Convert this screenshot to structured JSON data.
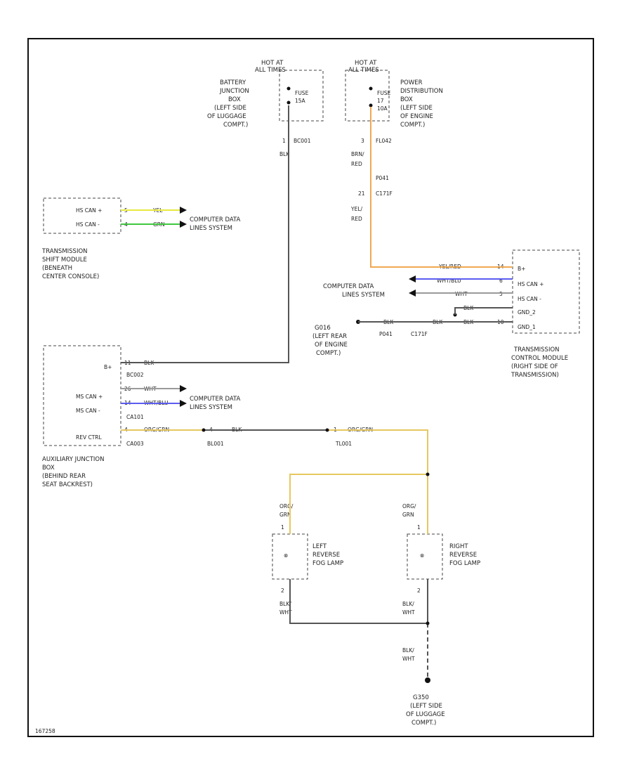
{
  "diagram_id": "167258",
  "colors": {
    "blk": "#555555",
    "yel": "#e8e840",
    "grn": "#40c840",
    "yel_red": "#f0a850",
    "wht_blu": "#5c5cf0",
    "wht": "#9a9a9a",
    "org_grn": "#e6c860",
    "blu_wht": "#555555"
  },
  "battery_junction_box": {
    "hot_at": "HOT AT",
    "all_times": "ALL TIMES",
    "name": [
      "BATTERY",
      "JUNCTION",
      "BOX",
      "(LEFT SIDE",
      "OF LUGGAGE",
      "COMPT.)"
    ],
    "fuse": [
      "FUSE",
      "15A"
    ],
    "pin": "1",
    "connector": "BC001",
    "wire": "BLK"
  },
  "power_distribution_box": {
    "hot_at": "HOT AT",
    "all_times": "ALL TIMES",
    "name": [
      "POWER",
      "DISTRIBUTION",
      "BOX",
      "(LEFT SIDE",
      "OF ENGINE",
      "COMPT.)"
    ],
    "fuse": [
      "FUSE",
      "17",
      "10A"
    ],
    "pin": "3",
    "connector": "FL042",
    "wire": [
      "BRN/",
      "RED"
    ]
  },
  "splice": {
    "name": "P041",
    "pin": "21",
    "connector": "C171F",
    "wire": [
      "YEL/",
      "RED"
    ]
  },
  "transmission_shift_module": {
    "pins": [
      "HS CAN +",
      "HS CAN -"
    ],
    "pin_nums": [
      "5",
      "4"
    ],
    "wires": [
      "YEL",
      "GRN"
    ],
    "destination": [
      "COMPUTER DATA",
      "LINES SYSTEM"
    ],
    "name": [
      "TRANSMISSION",
      "SHIFT MODULE",
      "(BENEATH",
      "CENTER CONSOLE)"
    ]
  },
  "transmission_control_module": {
    "pins": [
      "B+",
      "HS CAN +",
      "HS CAN -",
      "GND_2",
      "GND_1"
    ],
    "pin_nums": [
      "14",
      "6",
      "5",
      "",
      "10"
    ],
    "wires": [
      "YEL/RED",
      "WHT/BLU",
      "WHT",
      "BLK",
      "BLK"
    ],
    "name": [
      "TRANSMISSION",
      "CONTROL MODULE",
      "(RIGHT SIDE OF",
      "TRANSMISSION)"
    ],
    "data_dest": [
      "COMPUTER DATA",
      "LINES SYSTEM"
    ],
    "ground": {
      "name": [
        "G016",
        "(LEFT REAR",
        "OF ENGINE",
        "COMPT.)"
      ],
      "wire": "BLK",
      "splice": "P041",
      "connector": "C171F"
    }
  },
  "auxiliary_junction_box": {
    "pins": [
      "B+",
      "MS CAN +",
      "MS CAN -",
      "REV CTRL"
    ],
    "pin_nums": [
      "11",
      "26",
      "14",
      "4"
    ],
    "connectors": [
      "BC002",
      "CA101",
      "CA003"
    ],
    "wires": [
      "BLK",
      "WHT",
      "WHT/BLU",
      "ORG/GRN"
    ],
    "destination": [
      "COMPUTER DATA",
      "LINES SYSTEM"
    ],
    "name": [
      "AUXILIARY JUNCTION",
      "BOX",
      "(BEHIND REAR",
      "SEAT BACKREST)"
    ]
  },
  "splices": {
    "bl001": {
      "name": "BL001",
      "pin": "4",
      "wire": "BLK"
    },
    "tl001": {
      "name": "TL001",
      "pin": "1",
      "wire": "ORG/GRN"
    }
  },
  "left_lamp": {
    "wire_in": [
      "ORG/",
      "GRN"
    ],
    "pin_in": "1",
    "name": [
      "LEFT",
      "REVERSE",
      "FOG LAMP"
    ],
    "pin_out": "2",
    "wire_out": [
      "BLK/",
      "WHT"
    ]
  },
  "right_lamp": {
    "wire_in": [
      "ORG/",
      "GRN"
    ],
    "pin_in": "1",
    "name": [
      "RIGHT",
      "REVERSE",
      "FOG LAMP"
    ],
    "pin_out": "2",
    "wire_out": [
      "BLK/",
      "WHT"
    ]
  },
  "ground_wire": [
    "BLK/",
    "WHT"
  ],
  "ground_g": {
    "name": [
      "G350",
      "(LEFT SIDE",
      "OF LUGGAGE",
      "COMPT.)"
    ]
  }
}
